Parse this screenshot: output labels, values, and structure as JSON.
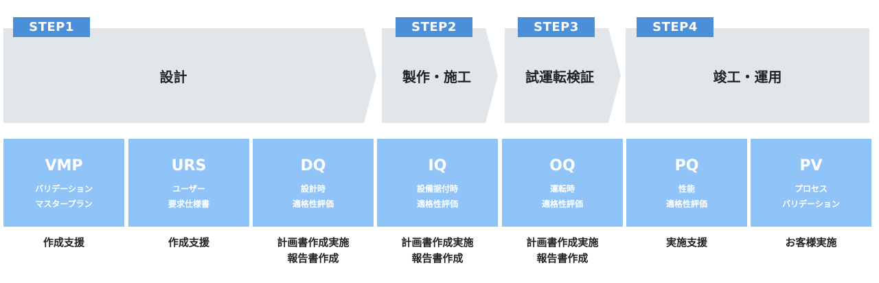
{
  "steps": [
    {
      "tag": "STEP1",
      "title": "設計"
    },
    {
      "tag": "STEP2",
      "title": "製作・施工"
    },
    {
      "tag": "STEP3",
      "title": "試運転検証"
    },
    {
      "tag": "STEP4",
      "title": "竣工・運用"
    }
  ],
  "cards": [
    {
      "code": "VMP",
      "desc": [
        "バリデーション",
        "マスタープラン"
      ],
      "action": [
        "作成支援"
      ]
    },
    {
      "code": "URS",
      "desc": [
        "ユーザー",
        "要求仕様書"
      ],
      "action": [
        "作成支援"
      ]
    },
    {
      "code": "DQ",
      "desc": [
        "設計時",
        "適格性評価"
      ],
      "action": [
        "計画書作成実施",
        "報告書作成"
      ]
    },
    {
      "code": "IQ",
      "desc": [
        "設備据付時",
        "適格性評価"
      ],
      "action": [
        "計画書作成実施",
        "報告書作成"
      ]
    },
    {
      "code": "OQ",
      "desc": [
        "運転時",
        "適格性評価"
      ],
      "action": [
        "計画書作成実施",
        "報告書作成"
      ]
    },
    {
      "code": "PQ",
      "desc": [
        "性能",
        "適格性評価"
      ],
      "action": [
        "実施支援"
      ]
    },
    {
      "code": "PV",
      "desc": [
        "プロセス",
        "バリデーション"
      ],
      "action": [
        "お客様実施"
      ]
    }
  ],
  "colors": {
    "arrow_fill": "#e1e6ea",
    "tag_fill": "#4a8fd8",
    "card_fill": "#90c4f8",
    "card_text": "#ffffff"
  }
}
